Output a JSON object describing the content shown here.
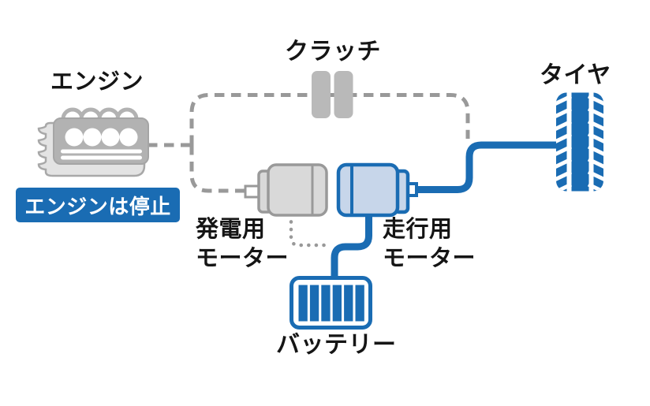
{
  "colors": {
    "accent_blue": "#1a6cb3",
    "motor_fill_blue": "#c7d6ea",
    "line_gray": "#999999",
    "component_gray": "#b9b9b9",
    "motor_fill_gray": "#d9d9d9",
    "engine_gray": "#b2b2b2",
    "engine_light_gray": "#e3e3e3",
    "text_black": "#151515",
    "background": "#ffffff",
    "badge_text": "#ffffff"
  },
  "diagram": {
    "labels": {
      "engine": "エンジン",
      "engine_status": "エンジンは停止",
      "clutch": "クラッチ",
      "tire": "タイヤ",
      "generator_motor": "発電用\nモーター",
      "drive_motor": "走行用\nモーター",
      "battery": "バッテリー"
    },
    "icons": {
      "engine": "engine-icon",
      "clutch": "clutch-icon",
      "generator_motor": "generator-motor-icon",
      "drive_motor": "drive-motor-icon",
      "battery": "battery-icon",
      "tire": "tire-icon"
    },
    "connections": [
      {
        "from": "engine",
        "to": "clutch",
        "style": "dashed"
      },
      {
        "from": "clutch",
        "to": "tire-axle-junction",
        "style": "dashed"
      },
      {
        "from": "engine-junction",
        "to": "generator_motor",
        "style": "dashed"
      },
      {
        "from": "generator_motor",
        "to": "battery-line",
        "style": "dotted"
      },
      {
        "from": "drive_motor",
        "to": "tire",
        "style": "solid"
      },
      {
        "from": "drive_motor",
        "to": "battery",
        "style": "solid"
      }
    ]
  }
}
